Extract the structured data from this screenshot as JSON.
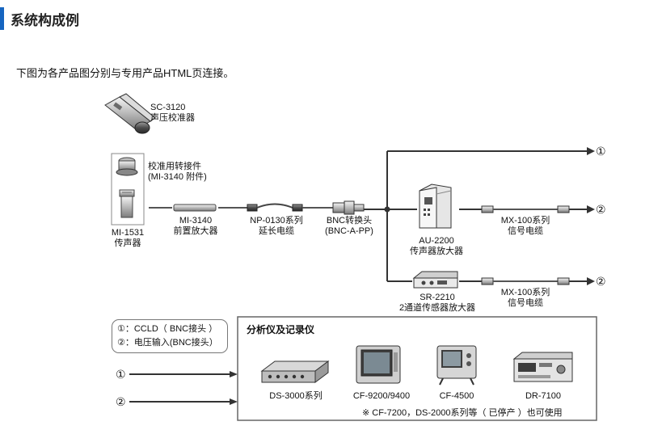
{
  "header": {
    "title": "系统构成例"
  },
  "intro": "下图为各产品图分别与专用产品HTML页连接。",
  "devices": {
    "sc3120": {
      "model": "SC-3120",
      "desc": "声压校准器"
    },
    "adapter": {
      "desc": "校准用转接件",
      "sub": "(MI-3140 附件)"
    },
    "mi1531": {
      "model": "MI-1531",
      "desc": "传声器"
    },
    "mi3140": {
      "model": "MI-3140",
      "desc": "前置放大器"
    },
    "np0130": {
      "model": "NP-0130系列",
      "desc": "延长电缆"
    },
    "bnc": {
      "model": "BNC转换头",
      "desc": "(BNC-A-PP)"
    },
    "au2200": {
      "model": "AU-2200",
      "desc": "传声器放大器"
    },
    "sr2210": {
      "model": "SR-2210",
      "desc": "2通道传感器放大器"
    },
    "mx100a": {
      "model": "MX-100系列",
      "desc": "信号电缆"
    },
    "mx100b": {
      "model": "MX-100系列",
      "desc": "信号电缆"
    }
  },
  "markers": {
    "one": "①",
    "two": "②"
  },
  "legend": {
    "line1": "①：CCLD（ BNC接头 ）",
    "line2": "②：电压输入(BNC接头）"
  },
  "analyzer_box": {
    "title": "分析仪及记录仪",
    "items": [
      "DS-3000系列",
      "CF-9200/9400",
      "CF-4500",
      "DR-7100"
    ],
    "note": "※ CF-7200，DS-2000系列等（ 已停产 ）也可使用"
  }
}
